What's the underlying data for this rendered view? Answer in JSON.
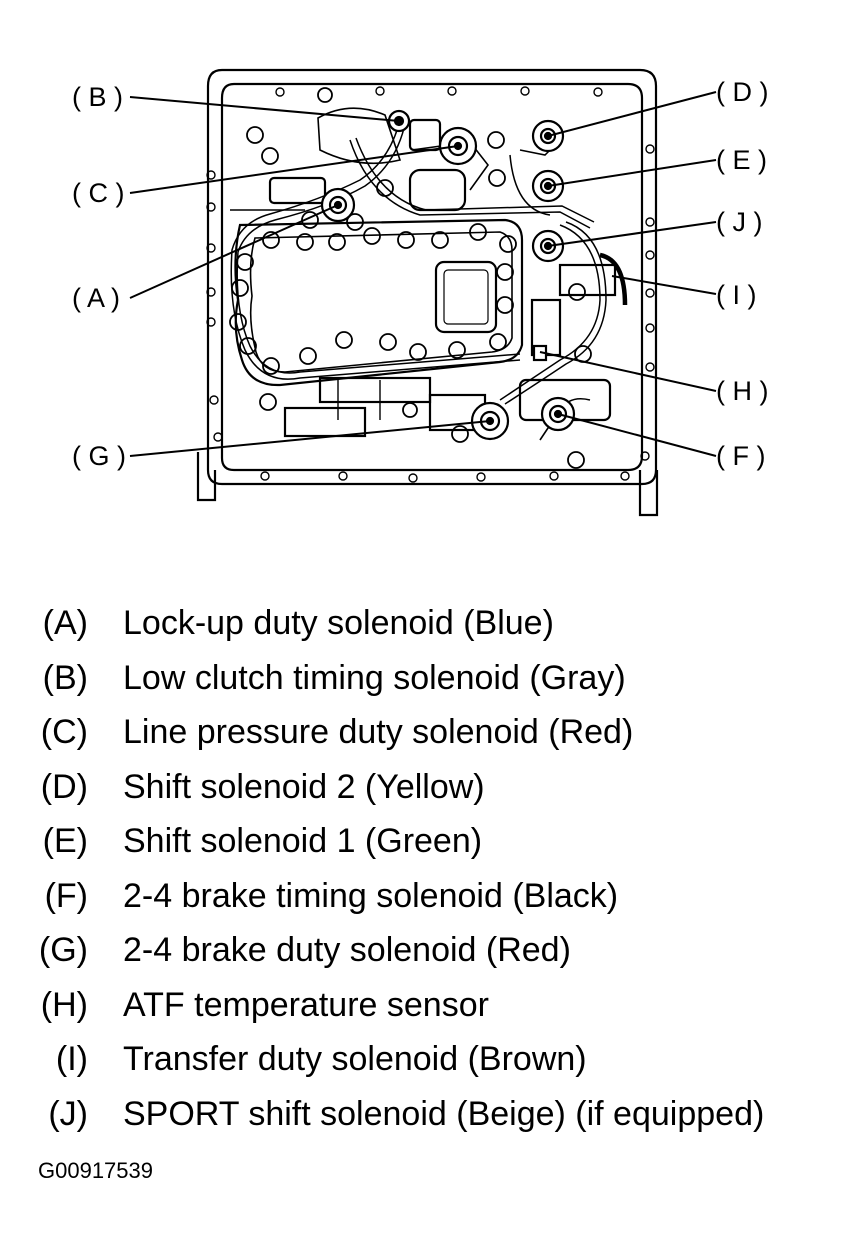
{
  "callouts": {
    "A": "( A )",
    "B": "( B )",
    "C": "( C )",
    "D": "( D )",
    "E": "( E )",
    "F": "( F )",
    "G": "( G )",
    "H": "( H )",
    "I": "( I )",
    "J": "( J )"
  },
  "legend": [
    {
      "code": "(A)",
      "text": "Lock-up duty solenoid (Blue)"
    },
    {
      "code": "(B)",
      "text": "Low clutch timing solenoid (Gray)"
    },
    {
      "code": "(C)",
      "text": "Line pressure duty solenoid (Red)"
    },
    {
      "code": "(D)",
      "text": "Shift solenoid 2 (Yellow)"
    },
    {
      "code": "(E)",
      "text": "Shift solenoid 1 (Green)"
    },
    {
      "code": "(F)",
      "text": "2-4 brake timing solenoid (Black)"
    },
    {
      "code": "(G)",
      "text": "2-4 brake duty solenoid (Red)"
    },
    {
      "code": "(H)",
      "text": "ATF temperature sensor"
    },
    {
      "code": "(I)",
      "text": "Transfer duty solenoid (Brown)"
    },
    {
      "code": "(J)",
      "text": "SPORT shift solenoid (Beige) (if equipped)"
    }
  ],
  "figure_id": "G00917539"
}
